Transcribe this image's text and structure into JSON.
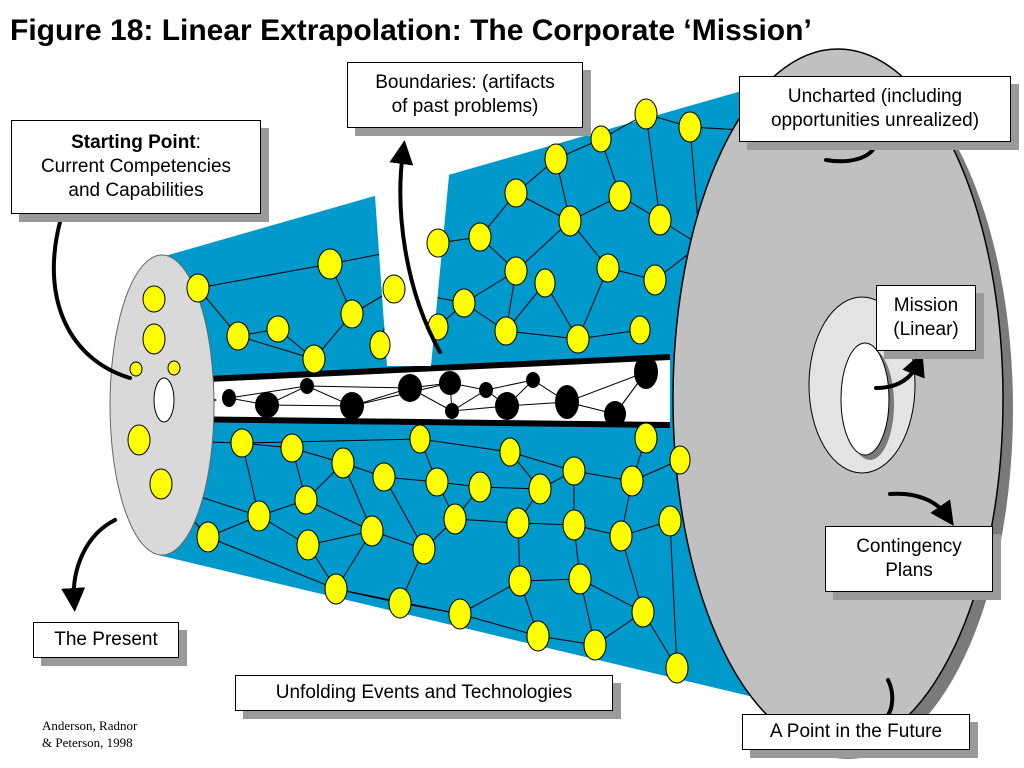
{
  "title": "Figure 18: Linear Extrapolation: The Corporate ‘Mission’",
  "labels": {
    "starting_point_bold": "Starting Point",
    "starting_point_colon": ":",
    "starting_point_line2": "Current Competencies",
    "starting_point_line3": "and Capabilities",
    "boundaries_line1": "Boundaries: (artifacts",
    "boundaries_line2": "of past  problems)",
    "uncharted_line1": "Uncharted (including",
    "uncharted_line2": "opportunities unrealized)",
    "mission_line1": "Mission",
    "mission_line2": "(Linear)",
    "contingency_line1": "Contingency",
    "contingency_line2": "Plans",
    "the_present": "The Present",
    "unfolding": "Unfolding Events and Technologies",
    "future_point": "A Point in the Future"
  },
  "credit": {
    "line1": "Anderson, Radnor",
    "line2": "& Peterson, 1998"
  },
  "colors": {
    "tube_blue": "#0099cc",
    "node_yellow": "#ffff00",
    "disc_gray": "#c0c0c0",
    "present_disc": "#d9d9d9",
    "shadow_gray": "#9a9a9a",
    "line_black": "#000000"
  }
}
